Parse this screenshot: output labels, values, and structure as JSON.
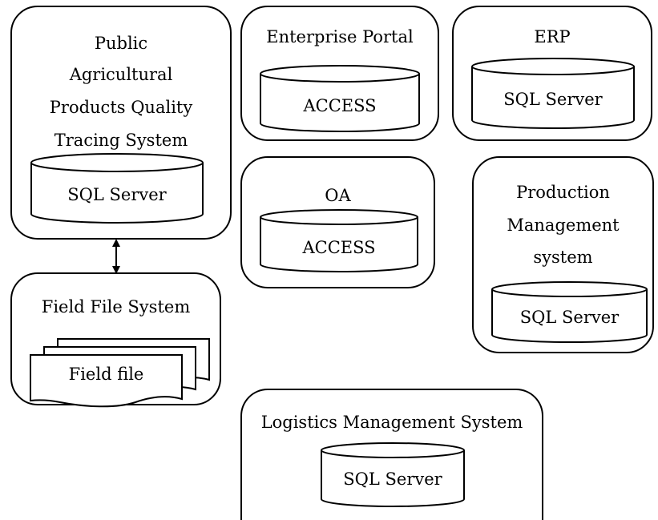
{
  "systems": {
    "public": {
      "title_lines": [
        "Public",
        "Agricultural",
        "Products Quality",
        "Tracing System"
      ],
      "database": "SQL Server"
    },
    "portal": {
      "title": "Enterprise Portal",
      "database": "ACCESS"
    },
    "erp": {
      "title": "ERP",
      "database": "SQL Server"
    },
    "oa": {
      "title": "OA",
      "database": "ACCESS"
    },
    "production": {
      "title_lines": [
        "Production",
        "Management",
        "system"
      ],
      "database": "SQL Server"
    },
    "field": {
      "title": "Field File System",
      "document": "Field file"
    },
    "logistics": {
      "title": "Logistics Management System",
      "database": "SQL Server"
    }
  }
}
